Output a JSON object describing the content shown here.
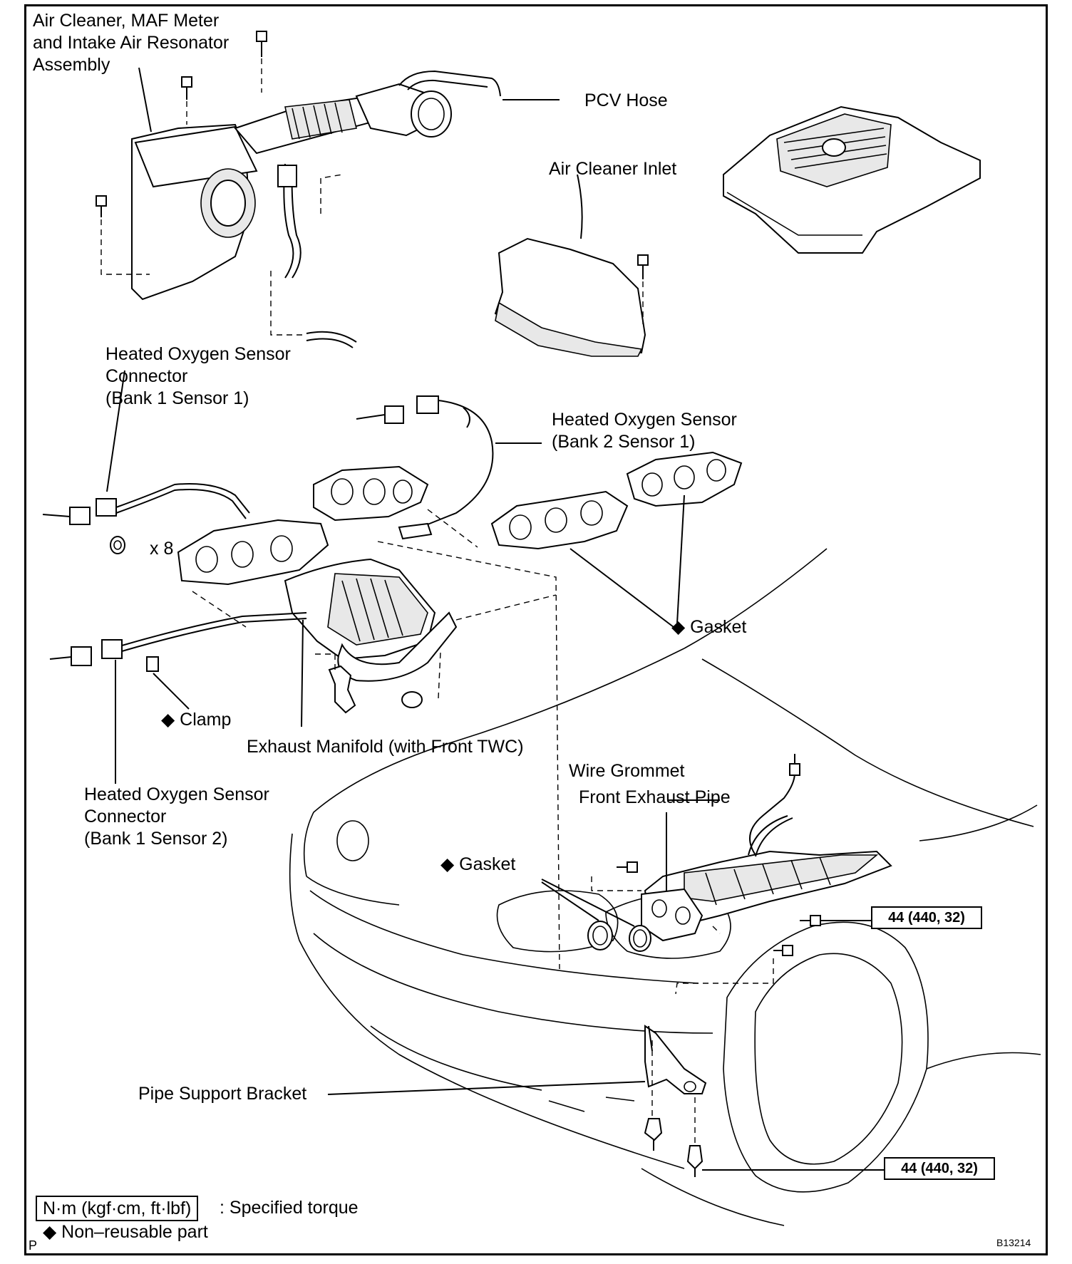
{
  "labels": {
    "air_cleaner": [
      "Air Cleaner, MAF Meter",
      "and Intake Air Resonator",
      "Assembly"
    ],
    "pcv_hose": "PCV Hose",
    "air_cleaner_inlet": "Air Cleaner Inlet",
    "ho2s_conn_b1s1": [
      "Heated Oxygen Sensor",
      "Connector",
      "(Bank 1 Sensor 1)"
    ],
    "ho2s_b2s1": [
      "Heated Oxygen Sensor",
      "(Bank 2 Sensor 1)"
    ],
    "nut_count": "x 8",
    "gasket_upper": "◆ Gasket",
    "clamp": "◆ Clamp",
    "exhaust_manifold": "Exhaust Manifold (with Front TWC)",
    "wire_grommet": "Wire Grommet",
    "front_exhaust_pipe": "Front Exhaust Pipe",
    "ho2s_conn_b1s2": [
      "Heated Oxygen Sensor",
      "Connector",
      "(Bank 1 Sensor 2)"
    ],
    "gasket_lower": "◆ Gasket",
    "pipe_support_bracket": "Pipe Support Bracket"
  },
  "torque": {
    "upper": "44 (440, 32)",
    "lower": "44 (440, 32)"
  },
  "legend": {
    "unit_box": "N·m (kgf·cm, ft·lbf)",
    "unit_text": ": Specified torque",
    "non_reusable": "◆ Non–reusable part"
  },
  "corner": {
    "left": "P",
    "figure_id": "B13214"
  }
}
